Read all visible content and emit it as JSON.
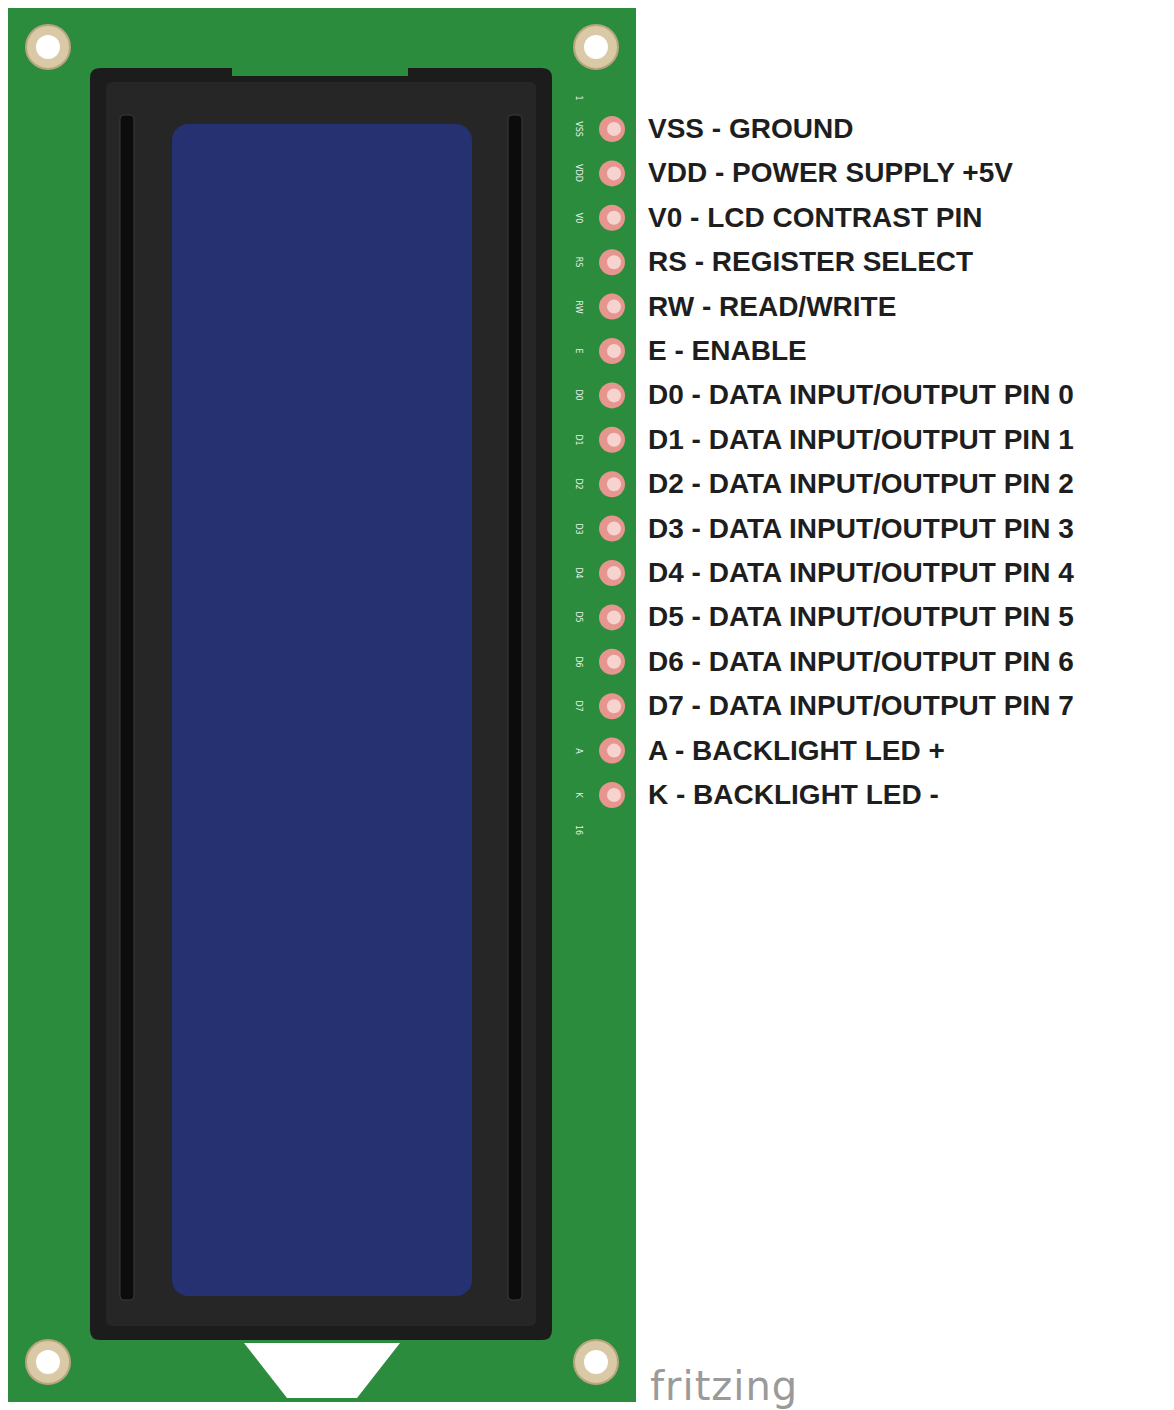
{
  "diagram": {
    "labels": [
      "VSS - GROUND",
      "VDD - POWER SUPPLY +5V",
      "V0 - LCD CONTRAST PIN",
      "RS - REGISTER SELECT",
      "RW - READ/WRITE",
      "E - ENABLE",
      "D0 - DATA INPUT/OUTPUT PIN 0",
      "D1 - DATA INPUT/OUTPUT PIN 1",
      "D2 - DATA INPUT/OUTPUT PIN 2",
      "D3 - DATA INPUT/OUTPUT PIN 3",
      "D4 - DATA INPUT/OUTPUT PIN 4",
      "D5 - DATA INPUT/OUTPUT PIN 5",
      "D6 - DATA INPUT/OUTPUT PIN 6",
      "D7 - DATA INPUT/OUTPUT PIN 7",
      "A - BACKLIGHT LED +",
      "K - BACKLIGHT LED -",
      "1",
      "VSS",
      "VDD",
      "V0",
      "RS",
      "RW",
      "E",
      "D0",
      "D1",
      "D2",
      "D3",
      "D4",
      "D5",
      "D6",
      "D7",
      "A",
      "K",
      "16",
      "fritzing"
    ]
  }
}
